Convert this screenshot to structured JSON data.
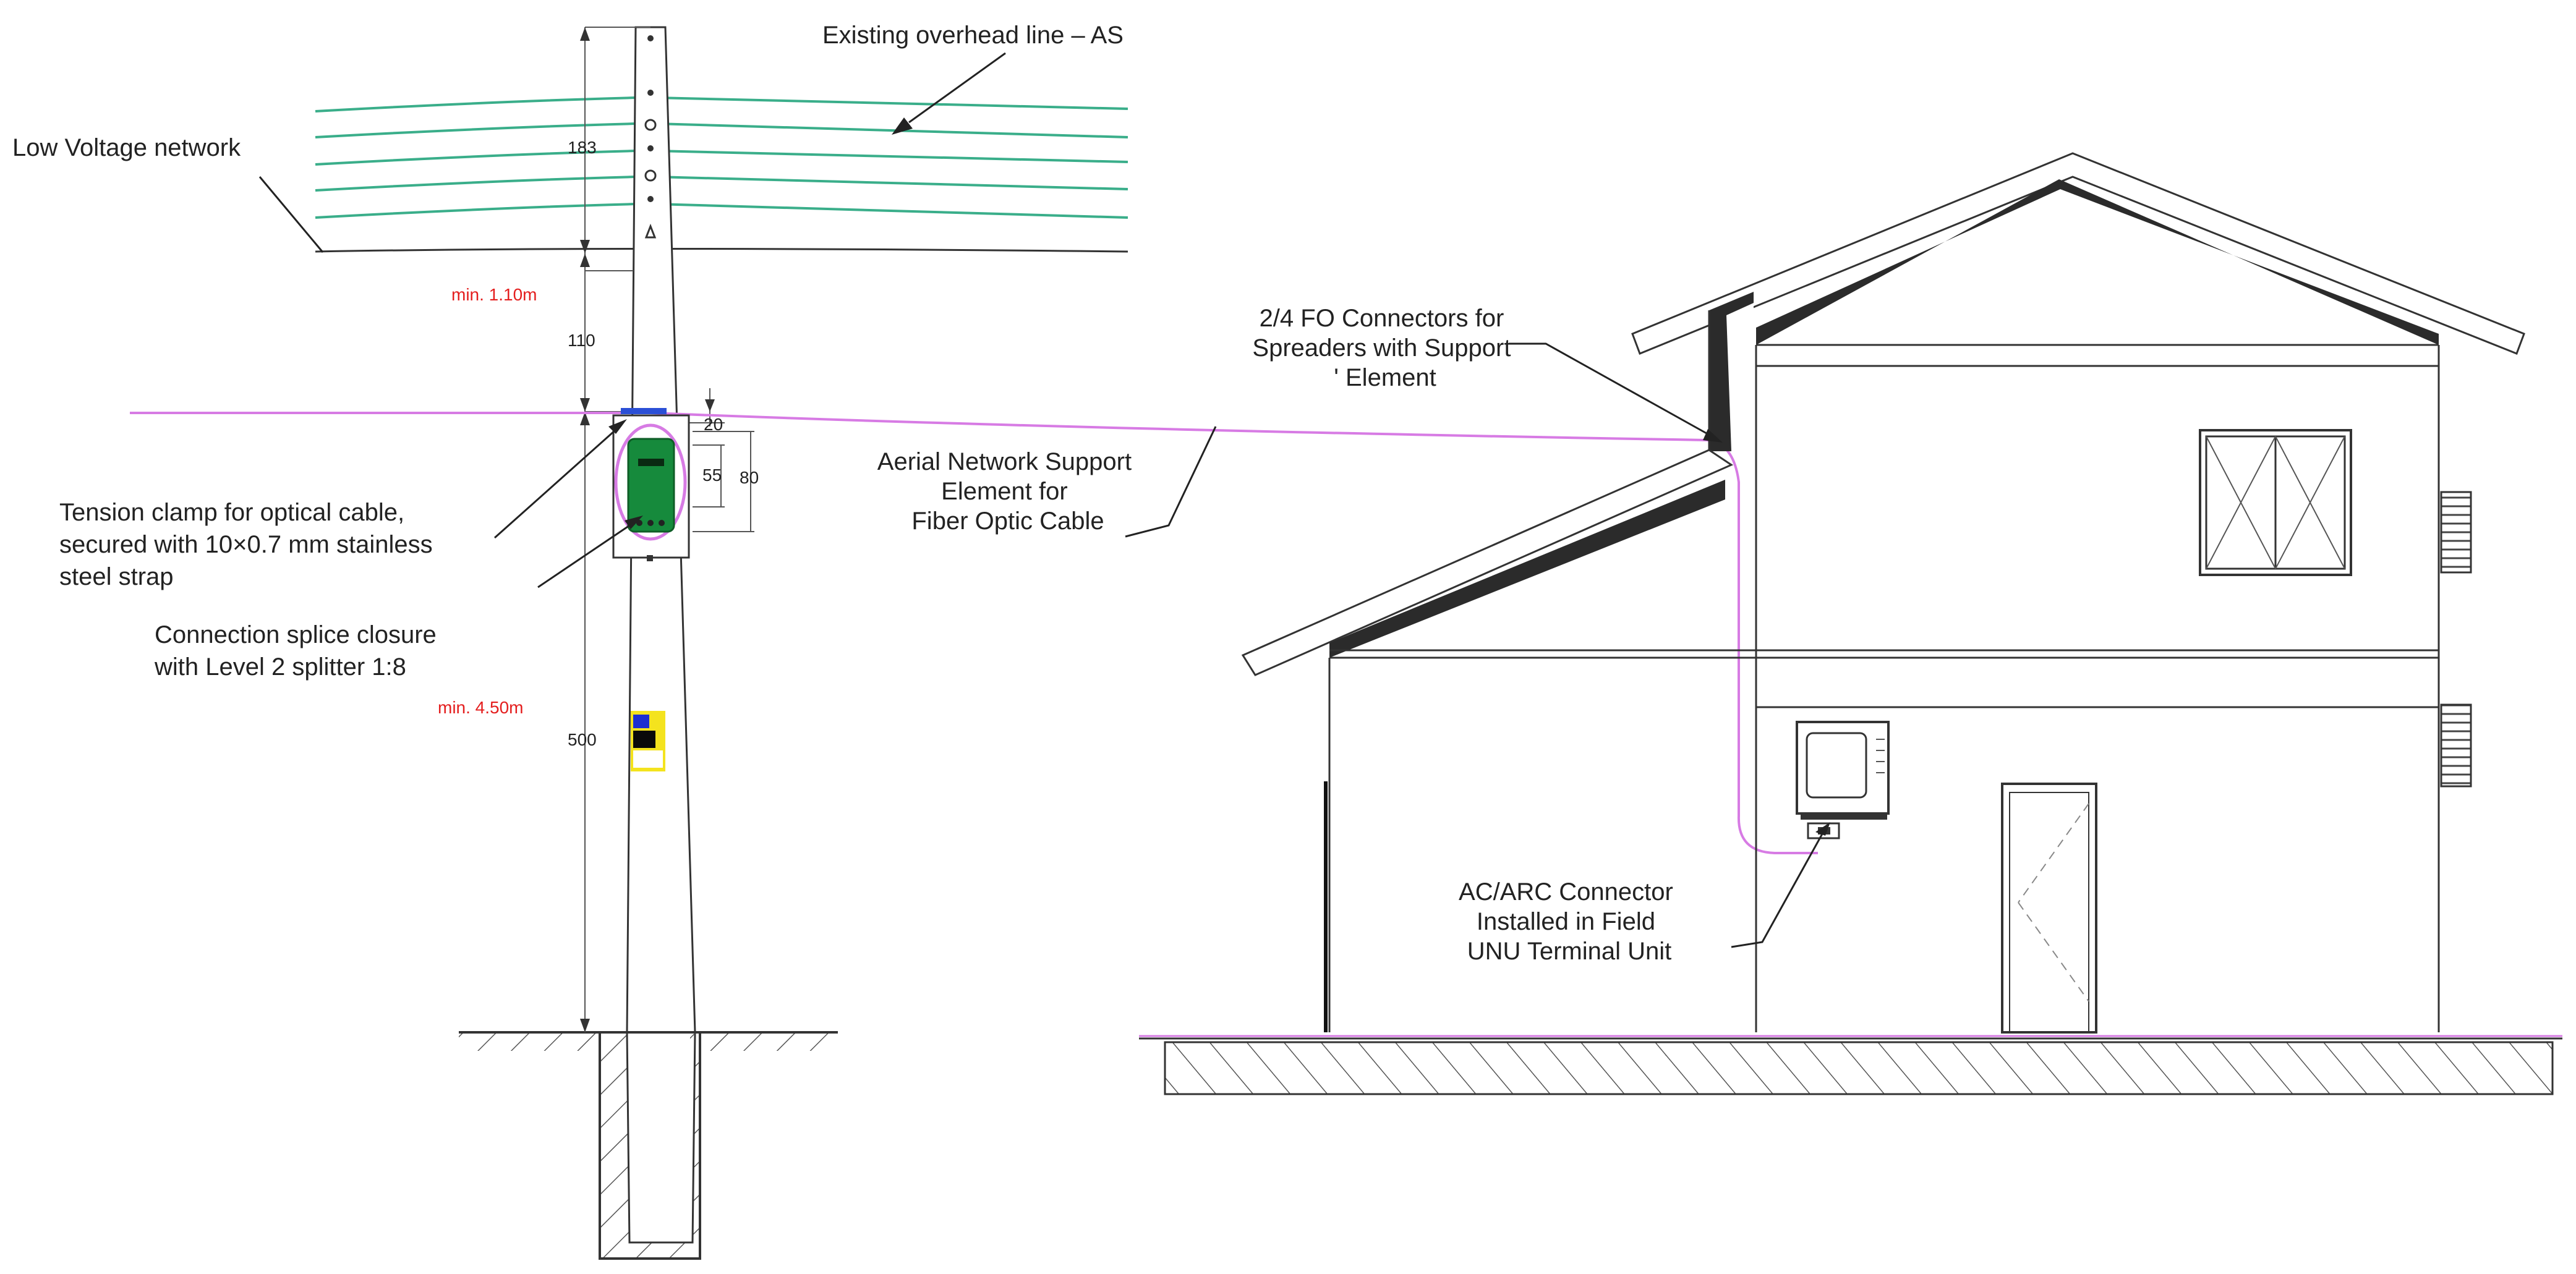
{
  "colors": {
    "conductor": "#3aae8a",
    "fiber": "#d77be4",
    "closure": "#168a3c",
    "dimension_red": "#e41e1e",
    "roof_dark": "#2b2b2b",
    "ground_hatch": "#555555"
  },
  "labels": {
    "existing_overhead_line": "Existing overhead line – AS",
    "low_voltage_network": "Low Voltage network",
    "min_clearance_top": "min. 1.10m",
    "min_clearance_ground": "min. 4.50m",
    "tension_clamp": [
      "Tension clamp for optical cable,",
      "secured with 10×0.7 mm stainless",
      "steel strap"
    ],
    "splice_closure": [
      "Connection splice closure",
      "with Level 2 splitter 1:8"
    ],
    "aerial_support": [
      "Aerial Network Support",
      "Element for",
      "Fiber Optic Cable"
    ],
    "fo_connectors": [
      "2/4 FO Connectors for",
      "Spreaders with Support",
      "' Element"
    ],
    "acarc_connector": [
      "AC/ARC Connector",
      "Installed in Field",
      "UNU Terminal Unit"
    ]
  },
  "dimensions": {
    "d183": "183",
    "d110": "110",
    "d500": "500",
    "d20": "20",
    "d55": "55",
    "d80": "80"
  }
}
